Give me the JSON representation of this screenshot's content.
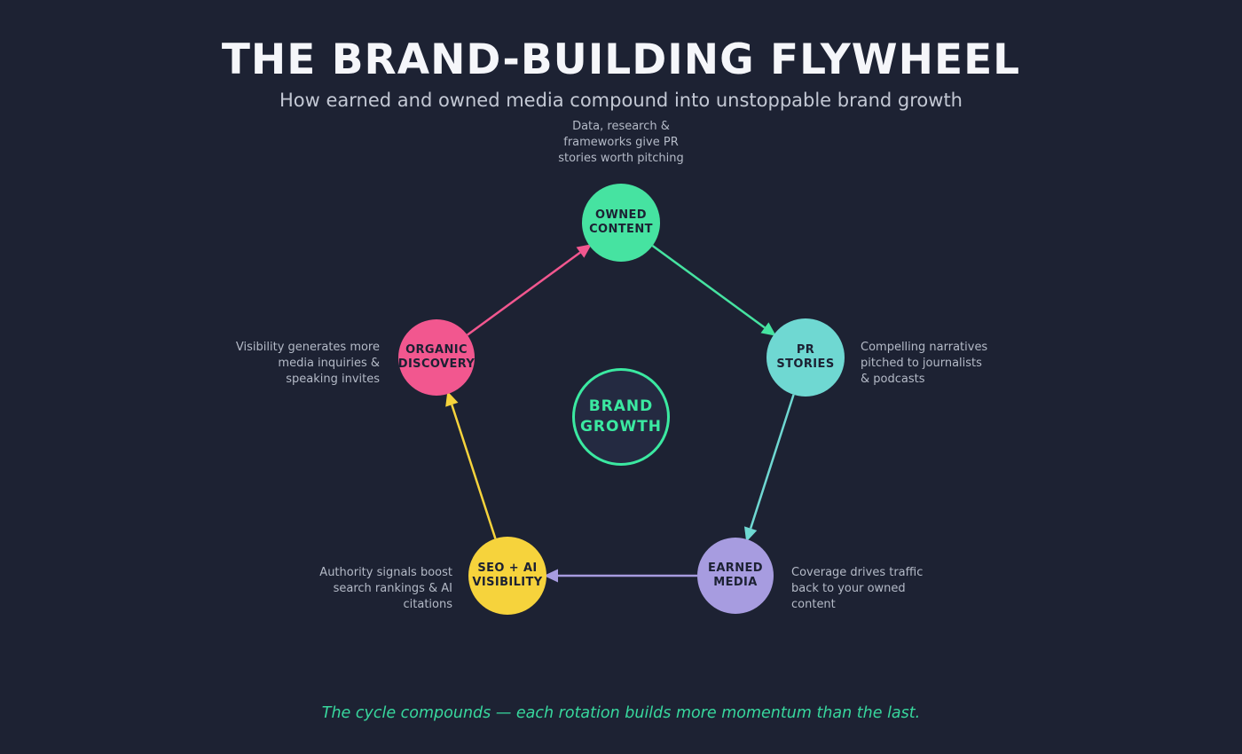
{
  "palette": {
    "background": "#1d2233",
    "title_text": "#f5f6fa",
    "subtitle_text": "#c3c8d4",
    "annotation_text": "#b4bac7",
    "node_label_text": "#1c2133",
    "center_fill": "#242a41"
  },
  "header": {
    "title": "THE BRAND-BUILDING FLYWHEEL",
    "subtitle": "How earned and owned media compound into unstoppable brand growth"
  },
  "center_node": {
    "label": "BRAND\nGROWTH",
    "color": "#3be9a1"
  },
  "nodes": [
    {
      "id": "owned-content",
      "label": "OWNED\nCONTENT",
      "color": "#46e3a1",
      "annotation": "Data, research &\nframeworks give PR\nstories worth pitching"
    },
    {
      "id": "pr-stories",
      "label": "PR\nSTORIES",
      "color": "#6fd8d2",
      "annotation": "Compelling narratives\npitched to journalists\n& podcasts"
    },
    {
      "id": "earned-media",
      "label": "EARNED\nMEDIA",
      "color": "#a79ce0",
      "annotation": "Coverage drives traffic\nback to your owned\ncontent"
    },
    {
      "id": "seo-ai-visibility",
      "label": "SEO + AI\nVISIBILITY",
      "color": "#f6d33c",
      "annotation": "Authority signals boost\nsearch rankings & AI\ncitations"
    },
    {
      "id": "organic-discovery",
      "label": "ORGANIC\nDISCOVERY",
      "color": "#f2578f",
      "annotation": "Visibility generates more\nmedia inquiries &\nspeaking invites"
    }
  ],
  "edges": [
    {
      "from": "owned-content",
      "to": "pr-stories"
    },
    {
      "from": "pr-stories",
      "to": "earned-media"
    },
    {
      "from": "earned-media",
      "to": "seo-ai-visibility"
    },
    {
      "from": "seo-ai-visibility",
      "to": "organic-discovery"
    },
    {
      "from": "organic-discovery",
      "to": "owned-content"
    }
  ],
  "footer": {
    "caption": "The cycle compounds — each rotation builds more momentum than the last.",
    "color": "#38d89e"
  }
}
